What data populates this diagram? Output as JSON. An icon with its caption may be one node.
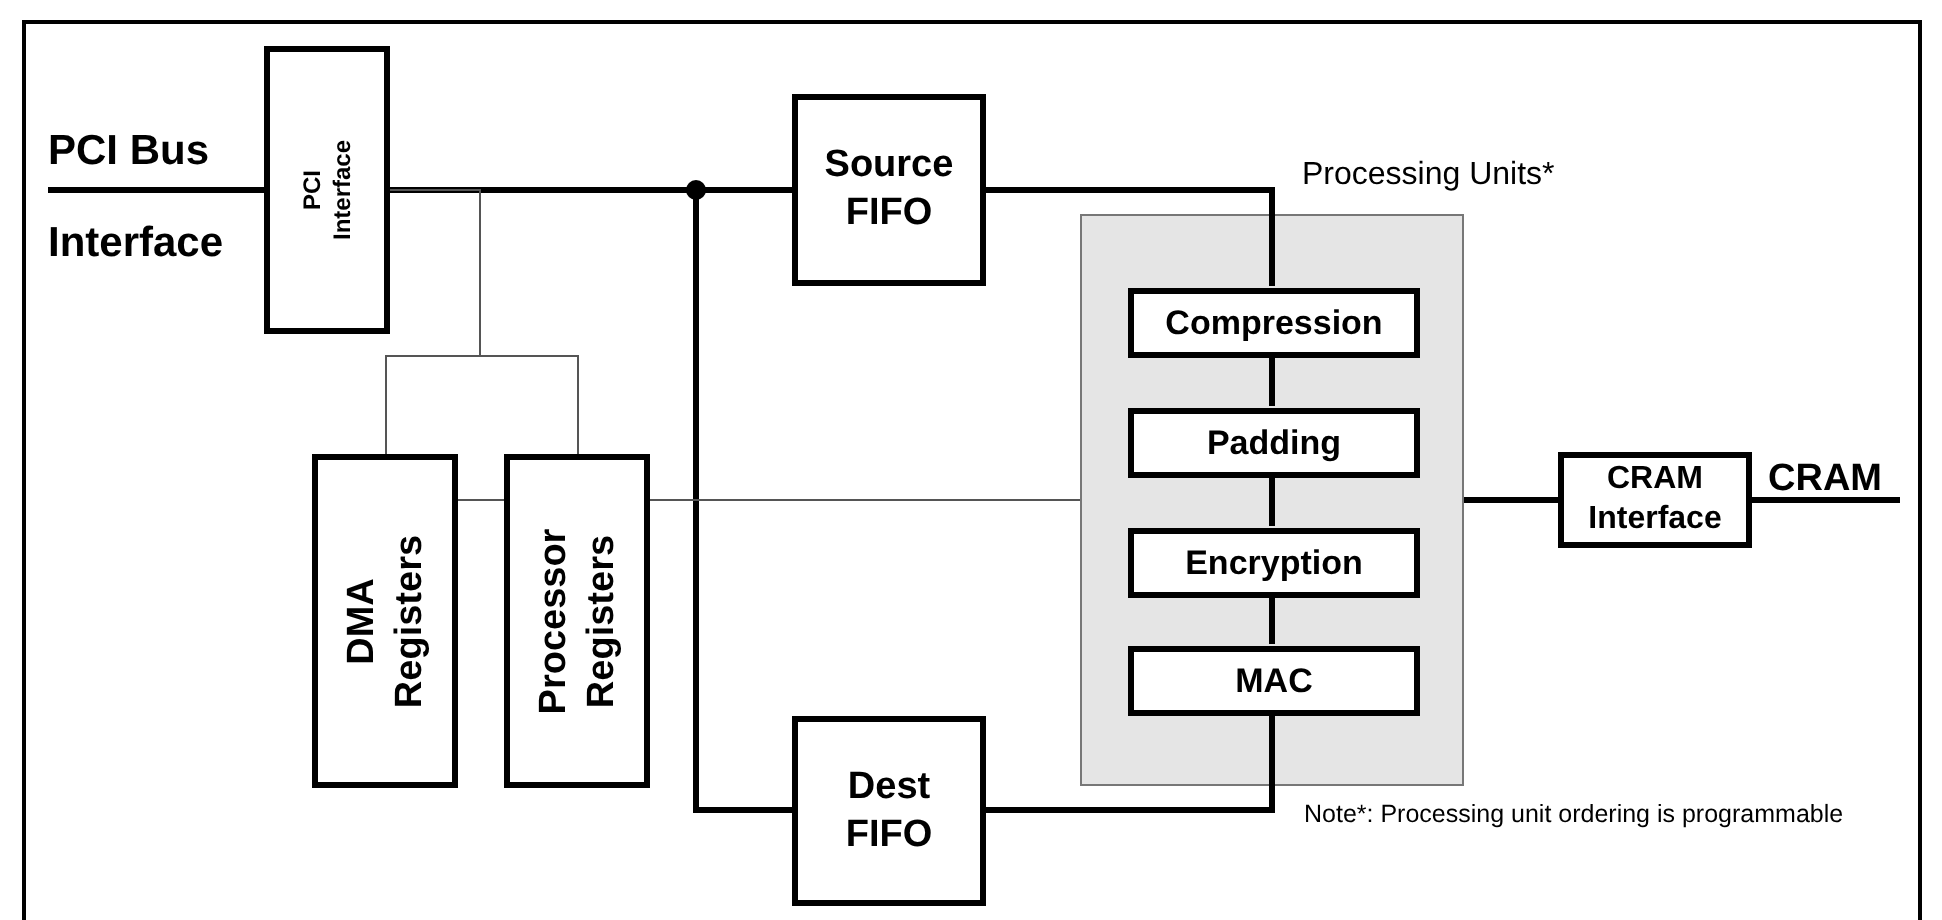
{
  "diagram": {
    "nodes": [
      {
        "text": [
          "PCI Interface"
        ]
      },
      {
        "text": [
          "Source FIFO"
        ]
      },
      {
        "text": [
          "Processing Units*"
        ]
      },
      {
        "text": [
          "Compression"
        ],
        "in": 2
      },
      {
        "text": [
          "Padding"
        ],
        "in": 2
      },
      {
        "text": [
          "Encryption"
        ],
        "in": 2
      },
      {
        "text": [
          "MAC"
        ],
        "in": 2
      },
      {
        "text": [
          "DMA Registers"
        ]
      },
      {
        "text": [
          "Processor Registers"
        ]
      },
      {
        "text": [
          "Dest FIFO"
        ]
      },
      {
        "text": [
          "CRAM Interface"
        ]
      }
    ],
    "edges": [
      {
        "from": null,
        "to": 0,
        "arrow": "none"
      },
      {
        "from": 0,
        "to": 1,
        "arrow": "none"
      },
      {
        "from": 0,
        "to": 9,
        "arrow": "none"
      },
      {
        "from": 0,
        "to": 7,
        "arrow": "none",
        "color": "#555555"
      },
      {
        "from": 0,
        "to": 8,
        "arrow": "none",
        "color": "#555555"
      },
      {
        "from": 7,
        "to": 8,
        "arrow": "none",
        "color": "#555555"
      },
      {
        "from": 8,
        "to": 2,
        "arrow": "none",
        "color": "#555555"
      },
      {
        "from": 1,
        "to": 3,
        "arrow": "none"
      },
      {
        "from": 3,
        "to": 4,
        "arrow": "none"
      },
      {
        "from": 4,
        "to": 5,
        "arrow": "none"
      },
      {
        "from": 5,
        "to": 6,
        "arrow": "none"
      },
      {
        "from": 6,
        "to": 9,
        "arrow": "none"
      },
      {
        "from": 2,
        "to": 10,
        "arrow": "none"
      },
      {
        "from": 10,
        "to": null,
        "arrow": "none"
      }
    ],
    "labels": [
      "PCI Bus",
      "Interface",
      "CRAM",
      "Note*: Processing unit ordering is programmable"
    ]
  }
}
